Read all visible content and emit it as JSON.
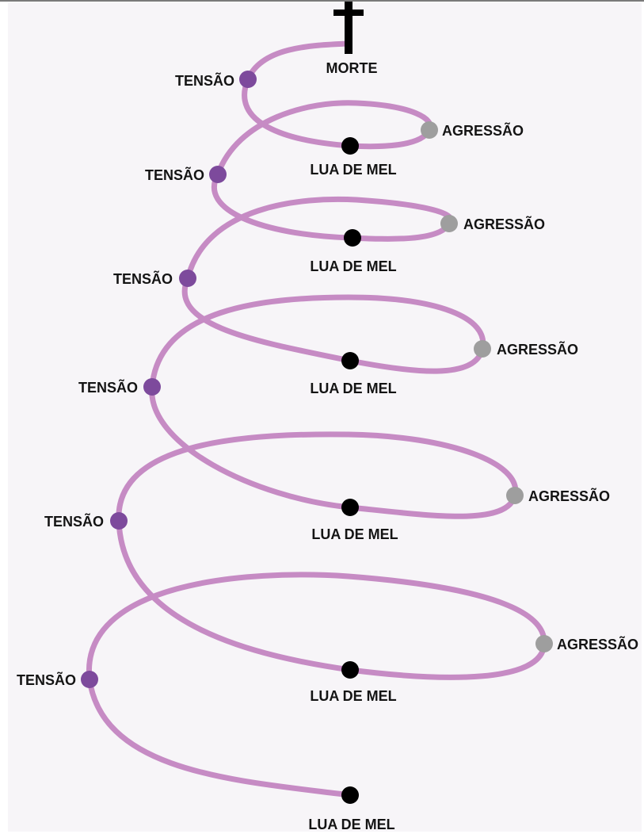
{
  "diagram": {
    "end_label": "MORTE",
    "cycles": [
      {
        "tension": "TENSÃO",
        "aggression": "AGRESSÃO",
        "honeymoon": "LUA DE MEL"
      },
      {
        "tension": "TENSÃO",
        "aggression": "AGRESSÃO",
        "honeymoon": "LUA DE MEL"
      },
      {
        "tension": "TENSÃO",
        "aggression": "AGRESSÃO",
        "honeymoon": "LUA DE MEL"
      },
      {
        "tension": "TENSÃO",
        "aggression": "AGRESSÃO",
        "honeymoon": "LUA DE MEL"
      },
      {
        "tension": "TENSÃO",
        "aggression": "AGRESSÃO",
        "honeymoon": "LUA DE MEL"
      },
      {
        "tension": "TENSÃO"
      }
    ],
    "start_label": "LUA DE MEL",
    "colors": {
      "spiral": "#c68bc4",
      "tension": "#7d4a9c",
      "aggression": "#9e9e9e",
      "honeymoon": "#000000",
      "cross": "#000000"
    }
  }
}
